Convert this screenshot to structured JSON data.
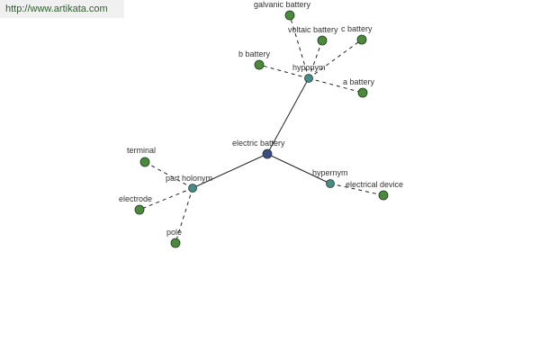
{
  "header": {
    "url_text": "http://www.artikata.com"
  },
  "colors": {
    "root": "#3a4a8a",
    "relation": "#4a8a8a",
    "leaf": "#4a8a3a"
  },
  "graph": {
    "nodes": {
      "electric_battery": {
        "label": "electric battery",
        "kind": "root"
      },
      "hyponym": {
        "label": "hyponym",
        "kind": "relation"
      },
      "part_holonym": {
        "label": "part holonym",
        "kind": "relation"
      },
      "hypernym": {
        "label": "hypernym",
        "kind": "relation"
      },
      "galvanic_battery": {
        "label": "galvanic battery",
        "kind": "leaf"
      },
      "voltaic_battery": {
        "label": "voltaic battery",
        "kind": "leaf"
      },
      "c_battery": {
        "label": "c battery",
        "kind": "leaf"
      },
      "b_battery": {
        "label": "b battery",
        "kind": "leaf"
      },
      "a_battery": {
        "label": "a battery",
        "kind": "leaf"
      },
      "terminal": {
        "label": "terminal",
        "kind": "leaf"
      },
      "electrode": {
        "label": "electrode",
        "kind": "leaf"
      },
      "pole": {
        "label": "pole",
        "kind": "leaf"
      },
      "electrical_device": {
        "label": "electrical device",
        "kind": "leaf"
      }
    },
    "edges": [
      {
        "from": "electric_battery",
        "to": "hyponym",
        "style": "solid"
      },
      {
        "from": "electric_battery",
        "to": "part_holonym",
        "style": "solid"
      },
      {
        "from": "electric_battery",
        "to": "hypernym",
        "style": "solid"
      },
      {
        "from": "hyponym",
        "to": "galvanic_battery",
        "style": "dashed"
      },
      {
        "from": "hyponym",
        "to": "voltaic_battery",
        "style": "dashed"
      },
      {
        "from": "hyponym",
        "to": "c_battery",
        "style": "dashed"
      },
      {
        "from": "hyponym",
        "to": "b_battery",
        "style": "dashed"
      },
      {
        "from": "hyponym",
        "to": "a_battery",
        "style": "dashed"
      },
      {
        "from": "part_holonym",
        "to": "terminal",
        "style": "dashed"
      },
      {
        "from": "part_holonym",
        "to": "electrode",
        "style": "dashed"
      },
      {
        "from": "part_holonym",
        "to": "pole",
        "style": "dashed"
      },
      {
        "from": "hypernym",
        "to": "electrical_device",
        "style": "dashed"
      }
    ]
  }
}
